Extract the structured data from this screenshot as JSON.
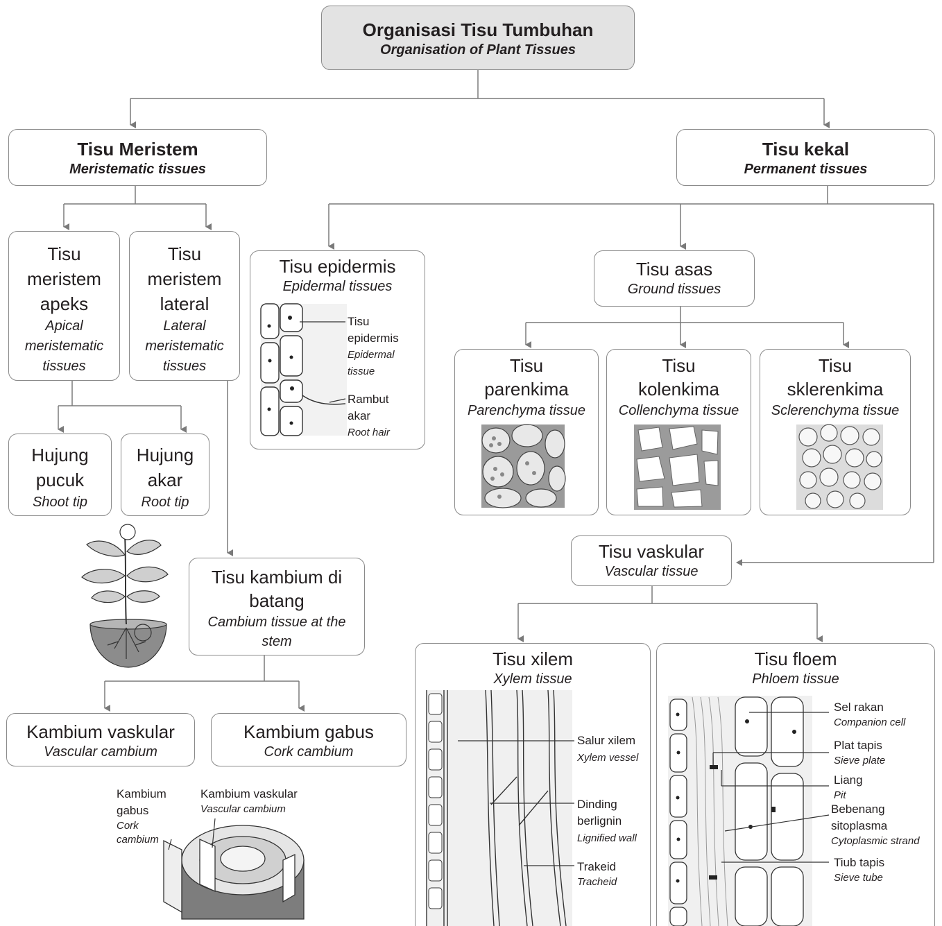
{
  "root": {
    "title": "Organisasi Tisu Tumbuhan",
    "subtitle": "Organisation of Plant Tissues"
  },
  "meristem": {
    "title": "Tisu Meristem",
    "subtitle": "Meristematic tissues",
    "apical": {
      "l1": "Tisu",
      "l2": "meristem",
      "l3": "apeks",
      "e1": "Apical",
      "e2": "meristematic",
      "e3": "tissues"
    },
    "lateral": {
      "l1": "Tisu",
      "l2": "meristem",
      "l3": "lateral",
      "e1": "Lateral",
      "e2": "meristematic",
      "e3": "tissues"
    },
    "shoot": {
      "l1": "Hujung",
      "l2": "pucuk",
      "e1": "Shoot tip"
    },
    "root": {
      "l1": "Hujung",
      "l2": "akar",
      "e1": "Root tip"
    },
    "cambium": {
      "l1": "Tisu kambium di",
      "l2": "batang",
      "e1": "Cambium tissue at the",
      "e2": "stem"
    },
    "vascular_cambium": {
      "title": "Kambium vaskular",
      "subtitle": "Vascular cambium"
    },
    "cork_cambium": {
      "title": "Kambium gabus",
      "subtitle": "Cork cambium"
    },
    "diagram_labels": {
      "cork_l1": "Kambium",
      "cork_l2": "gabus",
      "cork_e1": "Cork",
      "cork_e2": "cambium",
      "vasc_l1": "Kambium vaskular",
      "vasc_e1": "Vascular cambium"
    }
  },
  "permanent": {
    "title": "Tisu kekal",
    "subtitle": "Permanent tissues",
    "epidermis": {
      "title": "Tisu epidermis",
      "subtitle": "Epidermal tissues",
      "lbl1_a": "Tisu",
      "lbl1_b": "epidermis",
      "lbl1_c": "Epidermal",
      "lbl1_d": "tissue",
      "lbl2_a": "Rambut",
      "lbl2_b": "akar",
      "lbl2_c": "Root hair"
    },
    "ground": {
      "title": "Tisu asas",
      "subtitle": "Ground tissues"
    },
    "parenchyma": {
      "l1": "Tisu",
      "l2": "parenkima",
      "e1": "Parenchyma tissue"
    },
    "collenchyma": {
      "l1": "Tisu",
      "l2": "kolenkima",
      "e1": "Collenchyma tissue"
    },
    "sclerenchyma": {
      "l1": "Tisu",
      "l2": "sklerenkima",
      "e1": "Sclerenchyma tissue"
    },
    "vascular": {
      "title": "Tisu vaskular",
      "subtitle": "Vascular tissue"
    },
    "xylem": {
      "title": "Tisu xilem",
      "subtitle": "Xylem tissue",
      "a1": "Salur xilem",
      "a1e": "Xylem vessel",
      "b1": "Dinding",
      "b2": "berlignin",
      "b1e": "Lignified wall",
      "c1": "Trakeid",
      "c1e": "Tracheid"
    },
    "phloem": {
      "title": "Tisu floem",
      "subtitle": "Phloem tissue",
      "a1": "Sel rakan",
      "a1e": "Companion cell",
      "b1": "Plat tapis",
      "b1e": "Sieve plate",
      "c1": "Liang",
      "c1e": "Pit",
      "d1": "Bebenang",
      "d2": "sitoplasma",
      "d1e": "Cytoplasmic strand",
      "e1": "Tiub tapis",
      "e1e": "Sieve tube"
    }
  },
  "colors": {
    "line": "#7a7a7a",
    "root_fill": "#e3e3e3",
    "text": "#231f20"
  }
}
